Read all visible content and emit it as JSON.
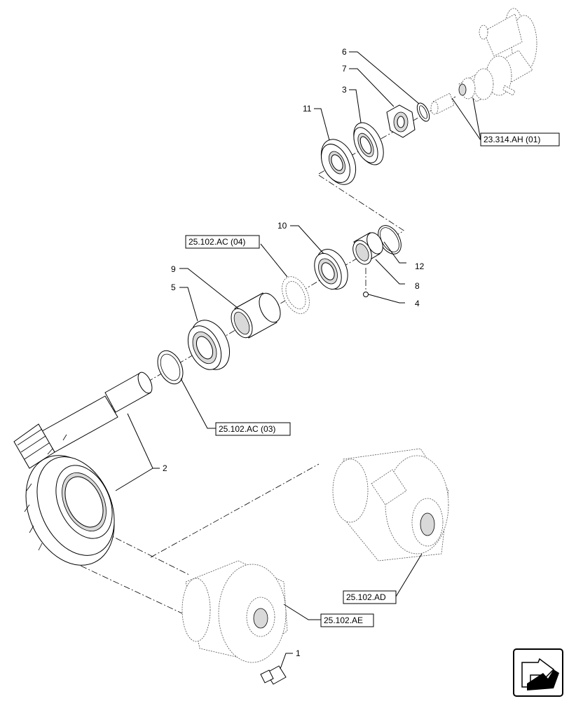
{
  "callouts": {
    "c1": "1",
    "c2": "2",
    "c3": "3",
    "c4": "4",
    "c5": "5",
    "c6": "6",
    "c7": "7",
    "c8": "8",
    "c9": "9",
    "c10": "10",
    "c11": "11",
    "c12": "12"
  },
  "references": {
    "r1": "23.314.AH (01)",
    "r2": "25.102.AC (04)",
    "r3": "25.102.AC (03)",
    "r4": "25.102.AD",
    "r5": "25.102.AE"
  },
  "nav_icon": "next-page-arrow-icon"
}
